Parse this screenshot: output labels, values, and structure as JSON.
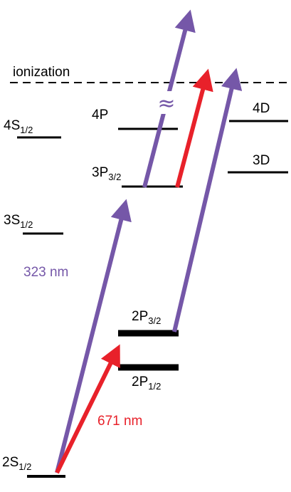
{
  "colors": {
    "violet": "#7557a8",
    "red": "#e8212a",
    "black": "#000000",
    "background": "#ffffff"
  },
  "ionization": {
    "label": "ionization"
  },
  "levels": {
    "S2": {
      "main": "2S",
      "sub": "1/2"
    },
    "S3": {
      "main": "3S",
      "sub": "1/2"
    },
    "S4": {
      "main": "4S",
      "sub": "1/2"
    },
    "P2_12": {
      "main": "2P",
      "sub": "1/2"
    },
    "P2_32": {
      "main": "2P",
      "sub": "3/2"
    },
    "P3_32": {
      "main": "3P",
      "sub": "3/2"
    },
    "P4": {
      "main": "4P"
    },
    "D3": {
      "main": "3D"
    },
    "D4": {
      "main": "4D"
    }
  },
  "transitions": {
    "uv": {
      "label": "323 nm"
    },
    "red": {
      "label": "671 nm"
    }
  },
  "break_mark": {
    "glyph": "≈",
    "icon": "break-icon"
  }
}
